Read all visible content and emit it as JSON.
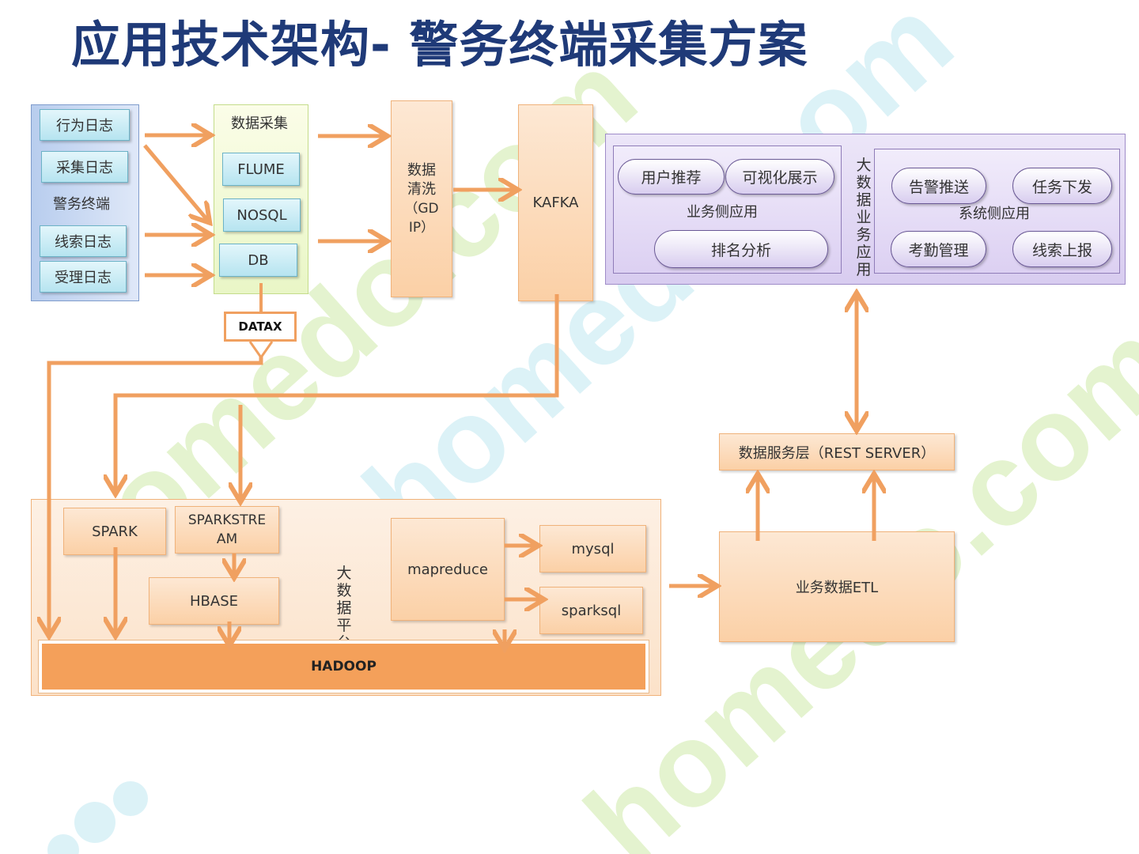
{
  "title": "应用技术架构- 警务终端采集方案",
  "terminal": {
    "label": "警务终端",
    "logs": [
      "行为日志",
      "采集日志",
      "线索日志",
      "受理日志"
    ]
  },
  "collection": {
    "label": "数据采集",
    "items": [
      "FLUME",
      "NOSQL",
      "DB"
    ],
    "datax": "DATAX"
  },
  "cleaning": {
    "lines": [
      "数据",
      "清洗",
      "（GD",
      "IP）"
    ]
  },
  "kafka": "KAFKA",
  "apps": {
    "vertical_label": [
      "大",
      "数",
      "据",
      "业",
      "务",
      "应",
      "用"
    ],
    "business": {
      "label": "业务侧应用",
      "items": [
        "用户推荐",
        "可视化展示",
        "排名分析"
      ]
    },
    "system": {
      "label": "系统侧应用",
      "items": [
        "告警推送",
        "任务下发",
        "考勤管理",
        "线索上报"
      ]
    }
  },
  "rest_server": "数据服务层（REST SERVER）",
  "etl": "业务数据ETL",
  "platform": {
    "vertical_label": [
      "大",
      "数",
      "据",
      "平",
      "台"
    ],
    "spark": "SPARK",
    "sparkstream": [
      "SPARKSTRE",
      "AM"
    ],
    "hbase": "HBASE",
    "mapreduce": "mapreduce",
    "mysql": "mysql",
    "sparksql": "sparksql",
    "hadoop": "HADOOP"
  },
  "watermark": "homedo.com",
  "colors": {
    "title": "#1f3a78",
    "arrow": "#f0a060",
    "hadoop": "#f4a05a",
    "watermark_green": "#e4f3cf",
    "watermark_cyan": "#dcf2f7"
  }
}
